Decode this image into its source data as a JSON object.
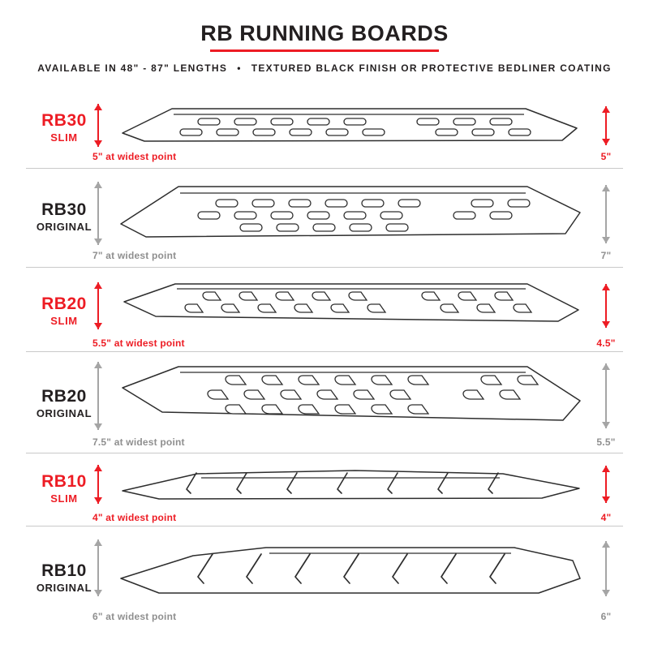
{
  "header": {
    "title": "RB RUNNING BOARDS",
    "subtitle_left": "AVAILABLE IN 48\" - 87\" LENGTHS",
    "subtitle_bullet": "•",
    "subtitle_right": "TEXTURED BLACK FINISH OR PROTECTIVE BEDLINER COATING"
  },
  "colors": {
    "accent_red": "#ed1c24",
    "arrow_gray": "#a5a5a5",
    "ink": "#231f20",
    "divider": "#c9c9c9"
  },
  "boards": [
    {
      "model": "RB30",
      "variant": "SLIM",
      "width_note": "5\" at widest point",
      "height_note": "5\""
    },
    {
      "model": "RB30",
      "variant": "ORIGINAL",
      "width_note": "7\" at widest point",
      "height_note": "7\""
    },
    {
      "model": "RB20",
      "variant": "SLIM",
      "width_note": "5.5\" at widest point",
      "height_note": "4.5\""
    },
    {
      "model": "RB20",
      "variant": "ORIGINAL",
      "width_note": "7.5\" at widest point",
      "height_note": "5.5\""
    },
    {
      "model": "RB10",
      "variant": "SLIM",
      "width_note": "4\" at widest point",
      "height_note": "4\""
    },
    {
      "model": "RB10",
      "variant": "ORIGINAL",
      "width_note": "6\" at widest point",
      "height_note": "6\""
    }
  ]
}
